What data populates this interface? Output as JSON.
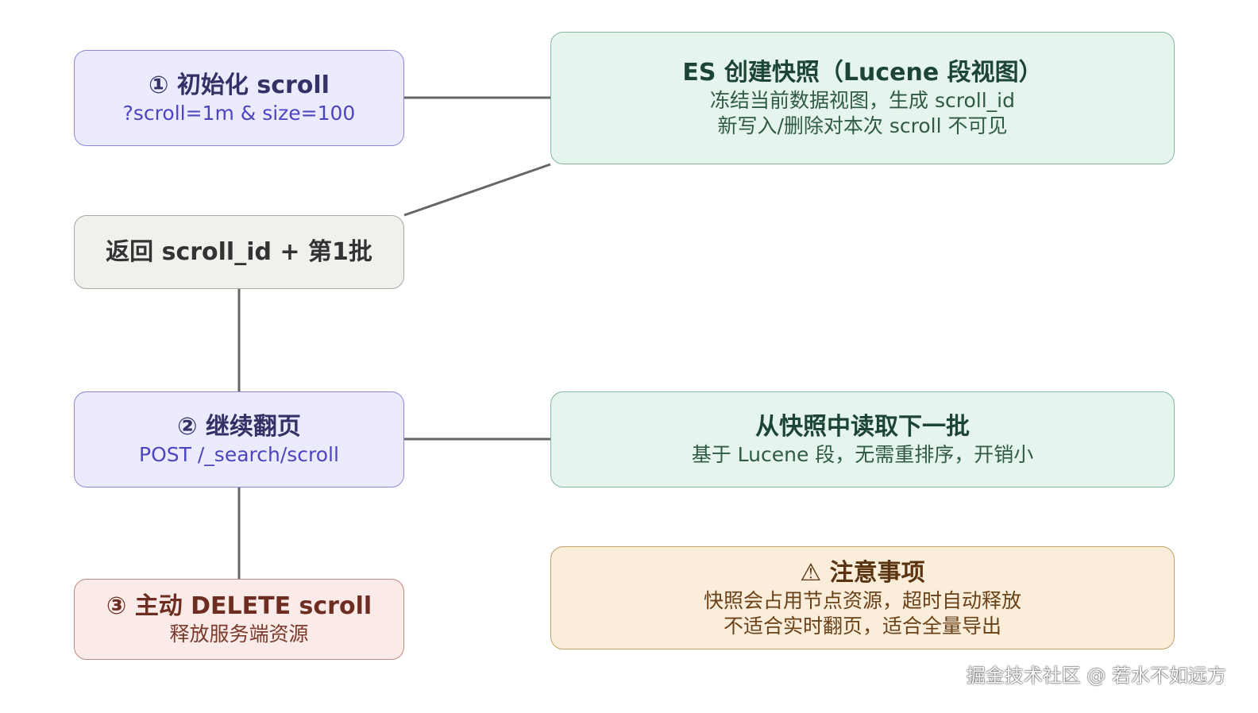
{
  "nodes": {
    "init": {
      "title": "① 初始化 scroll",
      "sub": "?scroll=1m & size=100"
    },
    "returned": {
      "title": "返回 scroll_id + 第1批"
    },
    "continue": {
      "title": "② 继续翻页",
      "sub": "POST /_search/scroll"
    },
    "delete": {
      "title": "③ 主动 DELETE scroll",
      "sub": "释放服务端资源"
    }
  },
  "explain": {
    "snapshot": {
      "title": "ES 创建快照（Lucene 段视图）",
      "line1": "冻结当前数据视图，生成 scroll_id",
      "line2": "新写入/删除对本次 scroll 不可见"
    },
    "read": {
      "title": "从快照中读取下一批",
      "line1": "基于 Lucene 段，无需重排序，开销小"
    },
    "notes": {
      "title": "⚠ 注意事项",
      "line1": "快照会占用节点资源，超时自动释放",
      "line2": "不适合实时翻页，适合全量导出"
    }
  },
  "watermark": "掘金技术社区 @ 若水不如远方",
  "colors": {
    "connector": "#666666",
    "purple_fill": "#ecebfd",
    "green_fill": "#e5f4ed",
    "gray_fill": "#f1f0ec",
    "red_fill": "#fbebe8",
    "amber_fill": "#faedda"
  }
}
